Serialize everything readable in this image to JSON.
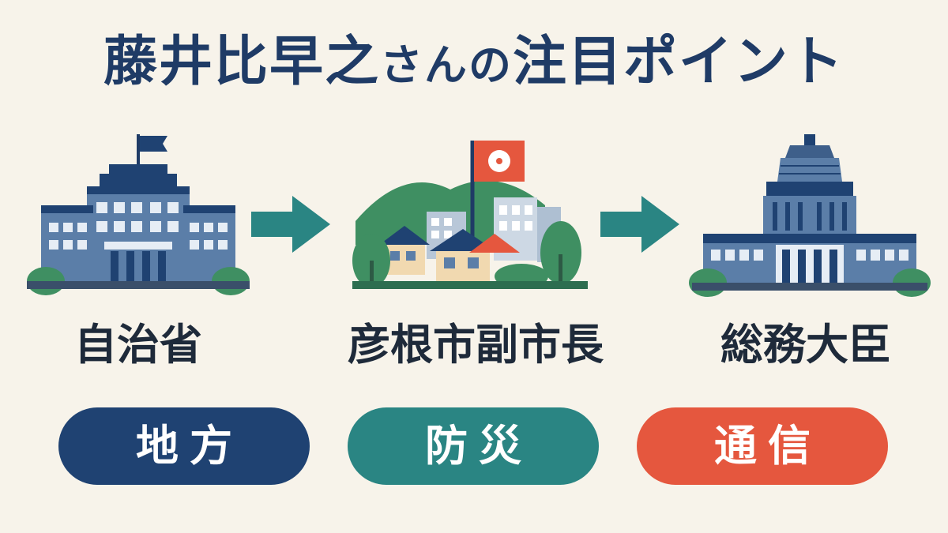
{
  "title": {
    "part1": "藤井比早之",
    "part2": "さんの",
    "part3": "注目ポイント"
  },
  "steps": [
    {
      "label": "自治省",
      "tag": "地方",
      "icon": "ministry-building-icon"
    },
    {
      "label": "彦根市副市長",
      "tag": "防災",
      "icon": "hikone-town-icon"
    },
    {
      "label": "総務大臣",
      "tag": "通信",
      "icon": "diet-building-icon"
    }
  ],
  "colors": {
    "navy": "#1f4272",
    "teal": "#2a8583",
    "coral": "#e5573e",
    "building_blue": "#5b7ea8",
    "green": "#3f8f62",
    "background": "#f7f3ea"
  }
}
